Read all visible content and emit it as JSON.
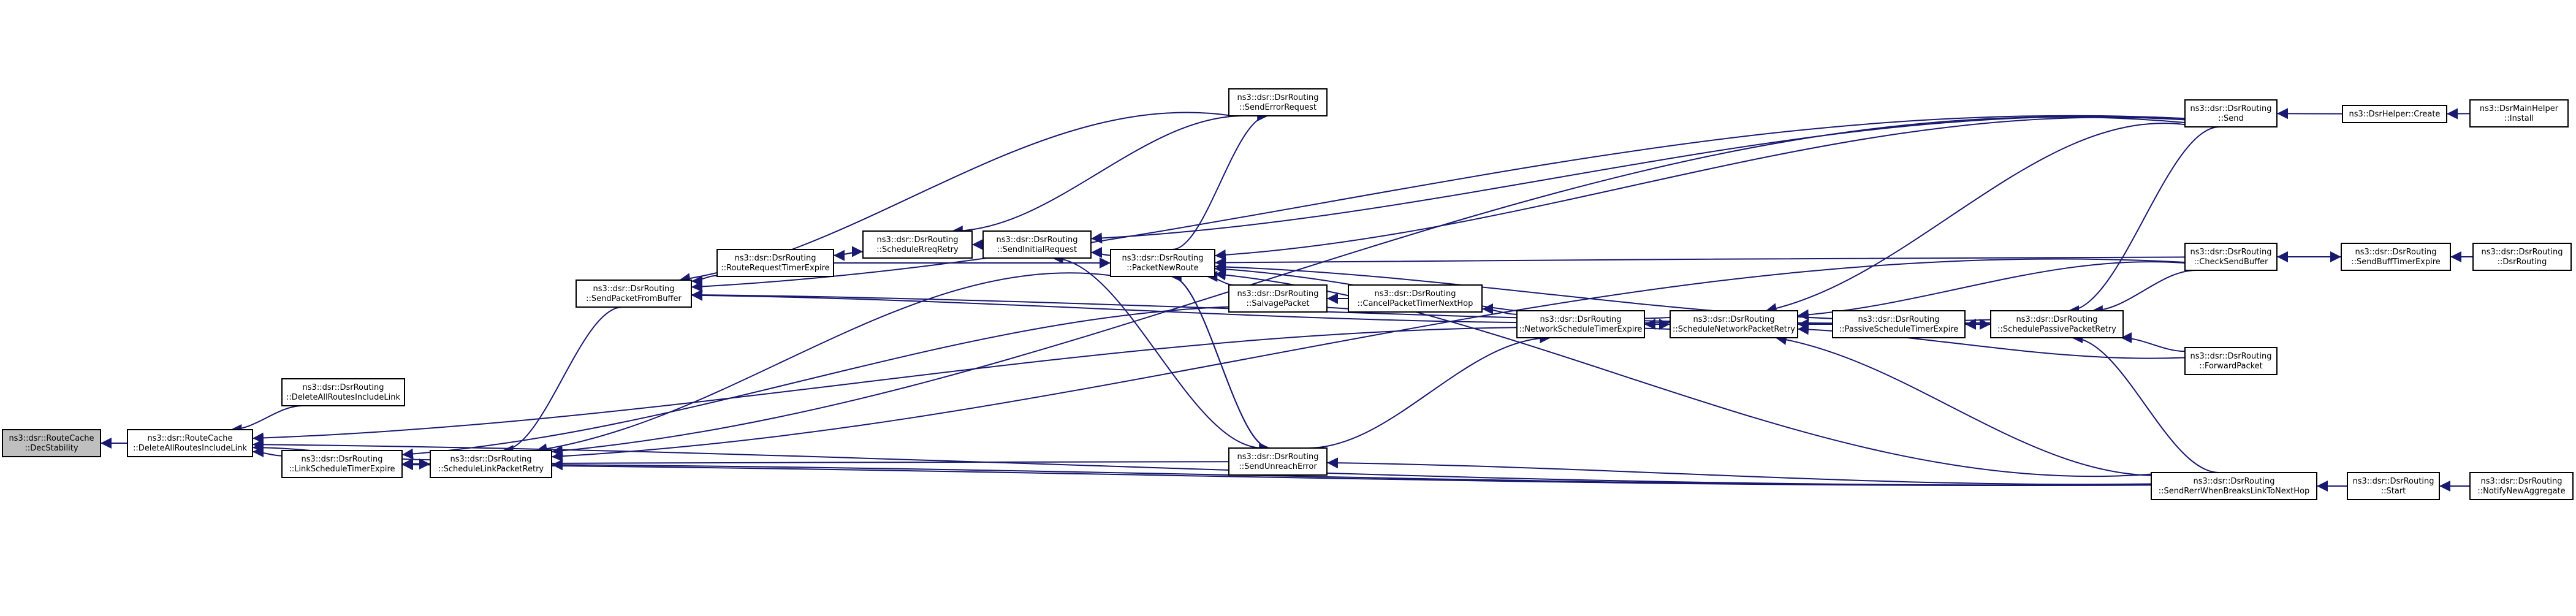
{
  "colors": {
    "edge": "#191970",
    "node_fill": "#ffffff",
    "node_stroke": "#000000",
    "highlight_fill": "#bfbfbf"
  },
  "nodes": [
    {
      "id": "dec_stability",
      "lines": [
        "ns3::dsr::RouteCache",
        "::DecStability"
      ],
      "highlight": true
    },
    {
      "id": "delete_all_routes",
      "lines": [
        "ns3::dsr::RouteCache",
        "::DeleteAllRoutesIncludeLink"
      ]
    },
    {
      "id": "dsr_delete_all_routes",
      "lines": [
        "ns3::dsr::DsrRouting",
        "::DeleteAllRoutesIncludeLink"
      ]
    },
    {
      "id": "link_schedule_timer",
      "lines": [
        "ns3::dsr::DsrRouting",
        "::LinkScheduleTimerExpire"
      ]
    },
    {
      "id": "schedule_link_retry",
      "lines": [
        "ns3::dsr::DsrRouting",
        "::ScheduleLinkPacketRetry"
      ]
    },
    {
      "id": "send_from_buffer",
      "lines": [
        "ns3::dsr::DsrRouting",
        "::SendPacketFromBuffer"
      ]
    },
    {
      "id": "route_request_timer",
      "lines": [
        "ns3::dsr::DsrRouting",
        "::RouteRequestTimerExpire"
      ]
    },
    {
      "id": "schedule_rreq_retry",
      "lines": [
        "ns3::dsr::DsrRouting",
        "::ScheduleRreqRetry"
      ]
    },
    {
      "id": "send_initial_request",
      "lines": [
        "ns3::dsr::DsrRouting",
        "::SendInitialRequest"
      ]
    },
    {
      "id": "packet_new_route",
      "lines": [
        "ns3::dsr::DsrRouting",
        "::PacketNewRoute"
      ]
    },
    {
      "id": "send_error_request",
      "lines": [
        "ns3::dsr::DsrRouting",
        "::SendErrorRequest"
      ]
    },
    {
      "id": "salvage_packet",
      "lines": [
        "ns3::dsr::DsrRouting",
        "::SalvagePacket"
      ]
    },
    {
      "id": "cancel_timer_next_hop",
      "lines": [
        "ns3::dsr::DsrRouting",
        "::CancelPacketTimerNextHop"
      ]
    },
    {
      "id": "send_unreach_error",
      "lines": [
        "ns3::dsr::DsrRouting",
        "::SendUnreachError"
      ]
    },
    {
      "id": "network_schedule_timer",
      "lines": [
        "ns3::dsr::DsrRouting",
        "::NetworkScheduleTimerExpire"
      ]
    },
    {
      "id": "schedule_network_retry",
      "lines": [
        "ns3::dsr::DsrRouting",
        "::ScheduleNetworkPacketRetry"
      ]
    },
    {
      "id": "passive_schedule_timer",
      "lines": [
        "ns3::dsr::DsrRouting",
        "::PassiveScheduleTimerExpire"
      ]
    },
    {
      "id": "schedule_passive_retry",
      "lines": [
        "ns3::dsr::DsrRouting",
        "::SchedulePassivePacketRetry"
      ]
    },
    {
      "id": "send",
      "lines": [
        "ns3::dsr::DsrRouting",
        "::Send"
      ]
    },
    {
      "id": "check_send_buffer",
      "lines": [
        "ns3::dsr::DsrRouting",
        "::CheckSendBuffer"
      ]
    },
    {
      "id": "forward_packet",
      "lines": [
        "ns3::dsr::DsrRouting",
        "::ForwardPacket"
      ]
    },
    {
      "id": "send_rerr_when_breaks",
      "lines": [
        "ns3::dsr::DsrRouting",
        "::SendRerrWhenBreaksLinkToNextHop"
      ]
    },
    {
      "id": "helper_create",
      "lines": [
        "ns3::DsrHelper::Create"
      ]
    },
    {
      "id": "main_helper_install",
      "lines": [
        "ns3::DsrMainHelper",
        "::Install"
      ]
    },
    {
      "id": "send_buff_timer",
      "lines": [
        "ns3::dsr::DsrRouting",
        "::SendBuffTimerExpire"
      ]
    },
    {
      "id": "dsr_routing_ctor",
      "lines": [
        "ns3::dsr::DsrRouting",
        "::DsrRouting"
      ]
    },
    {
      "id": "start",
      "lines": [
        "ns3::dsr::DsrRouting",
        "::Start"
      ]
    },
    {
      "id": "notify_new_aggregate",
      "lines": [
        "ns3::dsr::DsrRouting",
        "::NotifyNewAggregate"
      ]
    }
  ],
  "edges": [
    [
      "delete_all_routes",
      "dec_stability"
    ],
    [
      "dsr_delete_all_routes",
      "delete_all_routes"
    ],
    [
      "link_schedule_timer",
      "delete_all_routes"
    ],
    [
      "schedule_link_retry",
      "delete_all_routes"
    ],
    [
      "schedule_network_retry",
      "delete_all_routes"
    ],
    [
      "send_rerr_when_breaks",
      "delete_all_routes"
    ],
    [
      "schedule_link_retry",
      "link_schedule_timer"
    ],
    [
      "cancel_timer_next_hop",
      "link_schedule_timer"
    ],
    [
      "send_rerr_when_breaks",
      "link_schedule_timer"
    ],
    [
      "send_unreach_error",
      "link_schedule_timer"
    ],
    [
      "link_schedule_timer",
      "schedule_link_retry"
    ],
    [
      "send_from_buffer",
      "schedule_link_retry"
    ],
    [
      "packet_new_route",
      "schedule_link_retry"
    ],
    [
      "send",
      "schedule_link_retry"
    ],
    [
      "check_send_buffer",
      "schedule_link_retry"
    ],
    [
      "send_rerr_when_breaks",
      "schedule_link_retry"
    ],
    [
      "route_request_timer",
      "send_from_buffer"
    ],
    [
      "send_error_request",
      "send_from_buffer"
    ],
    [
      "send",
      "send_from_buffer"
    ],
    [
      "schedule_network_retry",
      "send_from_buffer"
    ],
    [
      "schedule_passive_retry",
      "send_from_buffer"
    ],
    [
      "schedule_rreq_retry",
      "route_request_timer"
    ],
    [
      "route_request_timer",
      "schedule_rreq_retry"
    ],
    [
      "send_initial_request",
      "schedule_rreq_retry"
    ],
    [
      "send_error_request",
      "schedule_rreq_retry"
    ],
    [
      "packet_new_route",
      "send_initial_request"
    ],
    [
      "send",
      "send_initial_request"
    ],
    [
      "send_unreach_error",
      "send_initial_request"
    ],
    [
      "route_request_timer",
      "packet_new_route"
    ],
    [
      "salvage_packet",
      "packet_new_route"
    ],
    [
      "send_unreach_error",
      "packet_new_route"
    ],
    [
      "schedule_network_retry",
      "packet_new_route"
    ],
    [
      "send",
      "packet_new_route"
    ],
    [
      "check_send_buffer",
      "packet_new_route"
    ],
    [
      "schedule_passive_retry",
      "packet_new_route"
    ],
    [
      "send_rerr_when_breaks",
      "packet_new_route"
    ],
    [
      "packet_new_route",
      "send_error_request"
    ],
    [
      "cancel_timer_next_hop",
      "salvage_packet"
    ],
    [
      "network_schedule_timer",
      "cancel_timer_next_hop"
    ],
    [
      "packet_new_route",
      "send_unreach_error"
    ],
    [
      "send_rerr_when_breaks",
      "send_unreach_error"
    ],
    [
      "schedule_network_retry",
      "network_schedule_timer"
    ],
    [
      "send_unreach_error",
      "network_schedule_timer"
    ],
    [
      "network_schedule_timer",
      "schedule_network_retry"
    ],
    [
      "passive_schedule_timer",
      "schedule_network_retry"
    ],
    [
      "send",
      "schedule_network_retry"
    ],
    [
      "send_rerr_when_breaks",
      "schedule_network_retry"
    ],
    [
      "check_send_buffer",
      "schedule_network_retry"
    ],
    [
      "forward_packet",
      "schedule_network_retry"
    ],
    [
      "schedule_passive_retry",
      "passive_schedule_timer"
    ],
    [
      "passive_schedule_timer",
      "schedule_passive_retry"
    ],
    [
      "check_send_buffer",
      "schedule_passive_retry"
    ],
    [
      "forward_packet",
      "schedule_passive_retry"
    ],
    [
      "send",
      "schedule_passive_retry"
    ],
    [
      "send_rerr_when_breaks",
      "schedule_passive_retry"
    ],
    [
      "helper_create",
      "send"
    ],
    [
      "main_helper_install",
      "helper_create"
    ],
    [
      "send_buff_timer",
      "check_send_buffer"
    ],
    [
      "check_send_buffer",
      "send_buff_timer"
    ],
    [
      "dsr_routing_ctor",
      "send_buff_timer"
    ],
    [
      "start",
      "send_rerr_when_breaks"
    ],
    [
      "notify_new_aggregate",
      "start"
    ]
  ]
}
